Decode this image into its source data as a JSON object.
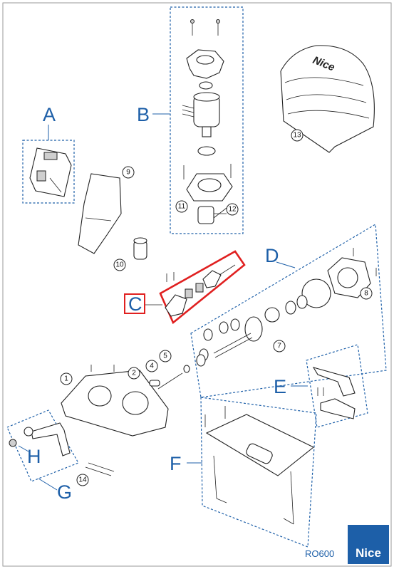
{
  "model": "RO600",
  "brand": "Nice",
  "cover_logo": "Nice",
  "colors": {
    "accent": "#1d5fa8",
    "highlight": "#e02020"
  },
  "group_labels": {
    "A": "A",
    "B": "B",
    "C": "C",
    "D": "D",
    "E": "E",
    "F": "F",
    "G": "G",
    "H": "H"
  },
  "part_numbers": {
    "p1": "1",
    "p2": "2",
    "p4": "4",
    "p5": "5",
    "p7": "7",
    "p8": "8",
    "p9": "9",
    "p10": "10",
    "p11": "11",
    "p12": "12",
    "p13": "13",
    "p14": "14"
  }
}
